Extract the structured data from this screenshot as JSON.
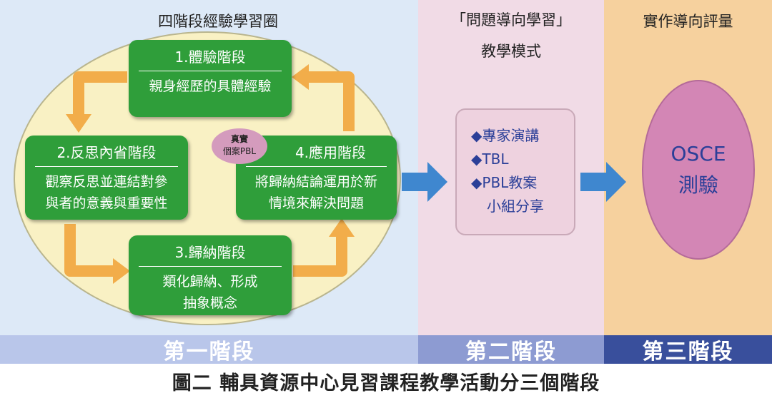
{
  "panel1": {
    "title": "四階段經驗學習圈",
    "stage1": {
      "title": "1.體驗階段",
      "desc": [
        "親身經歷的具體經驗"
      ]
    },
    "stage2": {
      "title": "2.反思內省階段",
      "desc": [
        "觀察反思並連結對參",
        "與者的意義與重要性"
      ]
    },
    "stage3": {
      "title": "3.歸納階段",
      "desc": [
        "類化歸納、形成",
        "抽象概念"
      ]
    },
    "stage4": {
      "title": "4.應用階段",
      "desc": [
        "將歸納結論運用於新",
        "情境來解決問題"
      ]
    },
    "badge": [
      "真實",
      "個案PBL"
    ]
  },
  "panel2": {
    "title": [
      "「問題導向學習」",
      "教學模式"
    ],
    "items": [
      "◆專家演講",
      "◆TBL",
      "◆PBL教案",
      "小組分享"
    ]
  },
  "panel3": {
    "title": "實作導向評量",
    "oval": [
      "OSCE",
      "測驗"
    ]
  },
  "bands": [
    "第一階段",
    "第二階段",
    "第三階段"
  ],
  "caption": "圖二 輔具資源中心見習課程教學活動分三個階段",
  "colors": {
    "green": "#2f9e3a",
    "arrow_orange": "#f2ad4a",
    "arrow_blue": "#3f87cf",
    "text_blue": "#2b3f98",
    "ellipse": "#f9f1c4"
  }
}
